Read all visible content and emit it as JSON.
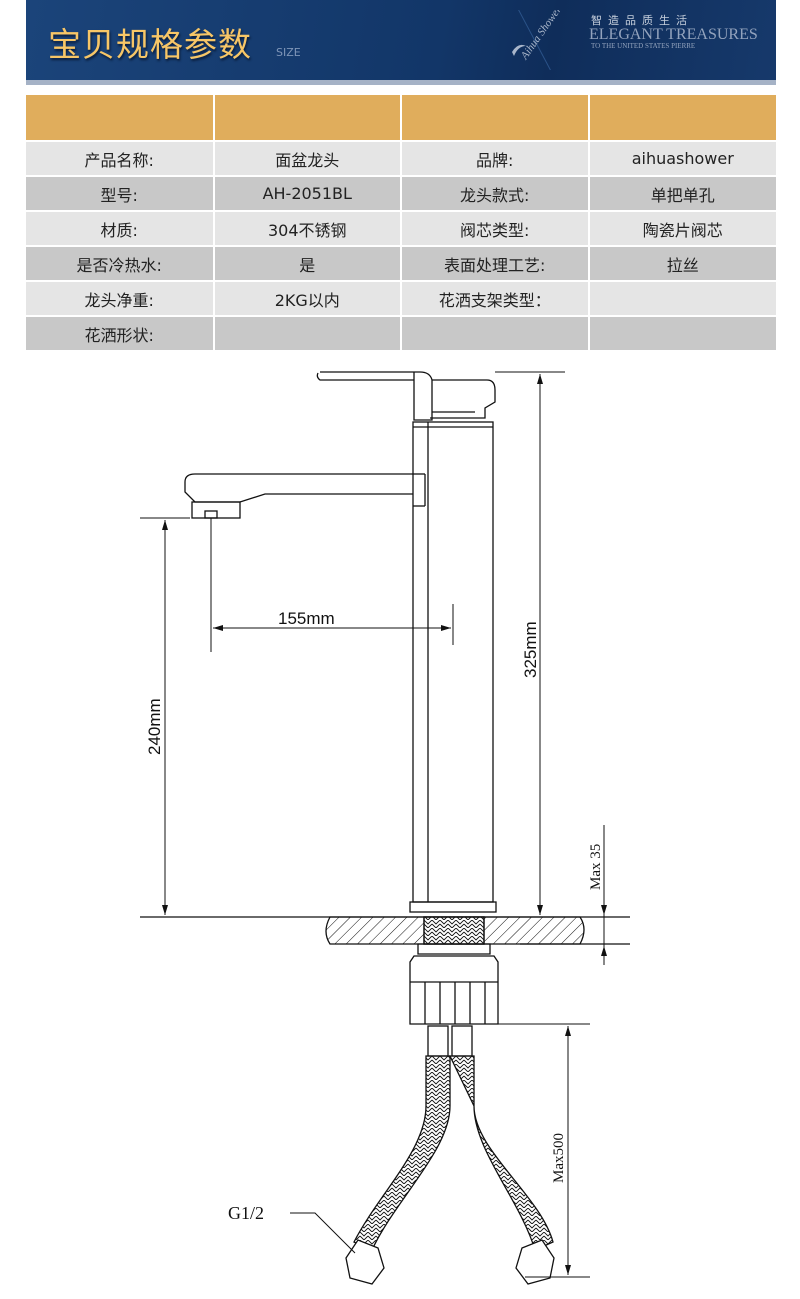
{
  "banner": {
    "title": "宝贝规格参数",
    "subtitle": "SIZE",
    "slogan_cn": "智造品质生活",
    "slogan_en": "ELEGANT TREASURES",
    "slogan_sub": "TO THE UNITED STATES PIERRE",
    "logo_text": "Aihua Shower"
  },
  "colors": {
    "banner": "#123668",
    "title": "#f7c667",
    "table_header": "#e0ad5c",
    "row_light": "#e5e5e5",
    "row_dark": "#c8c8c8"
  },
  "table": {
    "rows": [
      [
        "产品名称:",
        "面盆龙头",
        "品牌:",
        "aihuashower"
      ],
      [
        "型号:",
        "AH-2051BL",
        "龙头款式:",
        "单把单孔"
      ],
      [
        "材质:",
        "304不锈钢",
        "阀芯类型:",
        "陶瓷片阀芯"
      ],
      [
        "是否冷热水:",
        "是",
        "表面处理工艺:",
        "拉丝"
      ],
      [
        "龙头净重:",
        "2KG以内",
        "花洒支架类型：",
        ""
      ],
      [
        "花洒形状:",
        "",
        "",
        ""
      ]
    ]
  },
  "drawing": {
    "reach": "155mm",
    "spout_height": "240mm",
    "total_height": "325mm",
    "deck_thickness": "Max 35",
    "hose_length": "Max500",
    "thread": "G1/2"
  }
}
